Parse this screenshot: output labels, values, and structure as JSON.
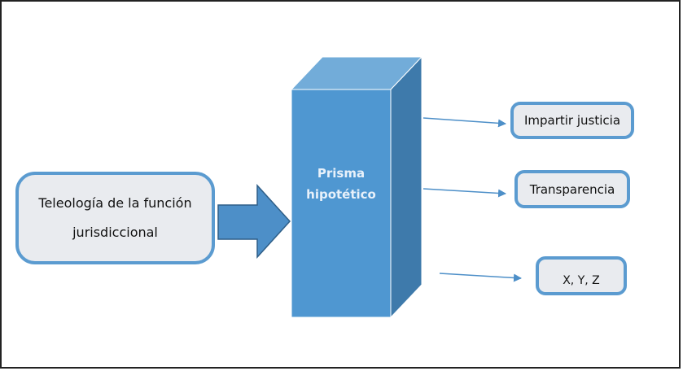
{
  "diagram": {
    "source": {
      "line1": "Teleología de la función",
      "line2": "jurisdiccional"
    },
    "prism": {
      "line1": "Prisma",
      "line2": "hipotético"
    },
    "outputs": [
      {
        "label": "Impartir justicia"
      },
      {
        "label": "Transparencia"
      },
      {
        "label": "X, Y, Z"
      }
    ],
    "colors": {
      "prism_front": "#4f97d1",
      "prism_top": "#72acd9",
      "prism_side": "#3e7aab",
      "box_fill": "#e9ebef",
      "box_border": "#5b9bd0",
      "arrow": "#4d8fc8"
    }
  }
}
